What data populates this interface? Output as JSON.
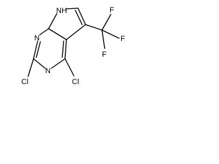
{
  "molecule": {
    "atoms": {
      "nh": "NH",
      "n_top": "N",
      "n_bottom": "N",
      "cl_left": "Cl",
      "cl_right": "Cl",
      "f_top": "F",
      "f_right": "F",
      "f_bottom": "F"
    }
  }
}
